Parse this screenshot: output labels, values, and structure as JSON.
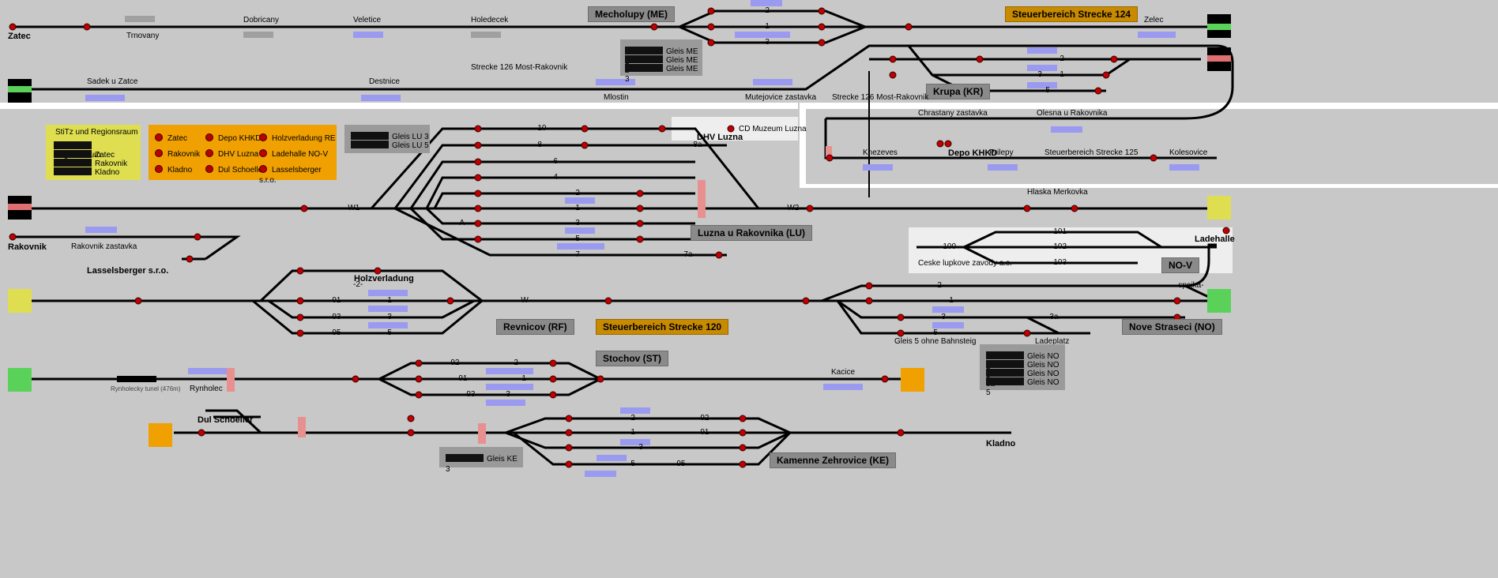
{
  "colors": {
    "bg": "#c8c8c8",
    "track": "#000000",
    "signal": "#c00000",
    "platform": "#9a9af0",
    "station_box": "#8a8a8a",
    "highlight": "#c78a00"
  },
  "stations": [
    {
      "id": "mecholupy",
      "label": "Mecholupy (ME)",
      "style": "box"
    },
    {
      "id": "sb124",
      "label": "Steuerbereich Strecke 124",
      "style": "orange"
    },
    {
      "id": "krupa",
      "label": "Krupa (KR)",
      "style": "box"
    },
    {
      "id": "lu",
      "label": "Luzna u Rakovnika (LU)",
      "style": "box"
    },
    {
      "id": "rf",
      "label": "Revnicov (RF)",
      "style": "box"
    },
    {
      "id": "sb120",
      "label": "Steuerbereich Strecke 120",
      "style": "orange"
    },
    {
      "id": "st",
      "label": "Stochov (ST)",
      "style": "box"
    },
    {
      "id": "nov",
      "label": "NO-V",
      "style": "box"
    },
    {
      "id": "no",
      "label": "Nove Straseci (NO)",
      "style": "box"
    },
    {
      "id": "ke",
      "label": "Kamenne Zehrovice (KE)",
      "style": "box"
    }
  ],
  "labels": {
    "zatec": "Zatec",
    "trnovany": "Trnovany",
    "dobricany": "Dobricany",
    "veletice": "Veletice",
    "holedecek": "Holedecek",
    "zelec": "Zelec",
    "sadek": "Sadek u Zatce",
    "destnice": "Destnice",
    "strecke126": "Strecke 126 Most-Rakovnik",
    "mlostin": "Mlostin",
    "mutejovice": "Mutejovice zastavka",
    "strecke126b": "Strecke 126 Most-Rakovnik",
    "chrastany": "Chrastany zastavka",
    "olesna": "Olesna u Rakovnika",
    "knezeves": "Knezeves",
    "depokhkd": "Depo KHKD",
    "prilepy": "Prilepy",
    "sb125": "Steuerbereich Strecke 125",
    "kolesovice": "Kolesovice",
    "dhv": "DHV Luzna",
    "cdmuzeum": "CD Muzeum Luzna",
    "hlaska": "Hlaska Merkovka",
    "rakovnik": "Rakovnik",
    "rakovnikzast": "Rakovnik zastavka",
    "ladehalle": "Ladehalle",
    "lasselsberger": "Lasselsberger s.r.o.",
    "holzverladung": "Holzverladung",
    "ceske": "Ceske lupkove zavody a.s.",
    "gleis5": "Gleis 5 ohne Bahnsteig",
    "ladeplatz": "Ladeplatz",
    "rynholecky": "Rynholecky tunel (476m)",
    "rynholec": "Rynholec",
    "kacice": "Kacice",
    "dulschoeller": "Dul Schoeller",
    "kladno": "Kladno"
  },
  "legend_stitz": {
    "title": "StiTz und Regionsraum",
    "items": [
      "Regionsraum",
      "Zatec",
      "Rakovnik",
      "Kladno"
    ]
  },
  "legend_orange": {
    "items": [
      "Zatec",
      "Depo KHKD",
      "Holzverladung RE",
      "Rakovnik",
      "DHV Luzna",
      "Ladehalle NO-V",
      "Kladno",
      "Dul Schoeller",
      "Lasselsberger s.r.o."
    ]
  },
  "gleis_me": [
    "Gleis ME 1",
    "Gleis ME 2",
    "Gleis ME 3"
  ],
  "gleis_lu": [
    "Gleis LU 3",
    "Gleis LU 5"
  ],
  "gleis_no": [
    "Gleis NO 1",
    "Gleis NO 3",
    "Gleis NO 3a",
    "Gleis NO 5"
  ],
  "gleis_ke": [
    "Gleis KE 3"
  ],
  "track_numbers": {
    "me": [
      "-2-",
      "-1-",
      "-3-"
    ],
    "lu": [
      "-10-",
      "-8-",
      "-6-",
      "-4-",
      "-2-",
      "-1-",
      "-3-",
      "-5-",
      "-7-",
      "-7a-"
    ],
    "misc": [
      "-W1-",
      "-W2-",
      "-A-",
      "-8a-",
      "-W-"
    ],
    "rf": [
      "-2-",
      "-91-",
      "-93-",
      "-95-",
      "-1-",
      "-3-",
      "-5-"
    ],
    "no": [
      "-2-",
      "-1-",
      "-3-",
      "-5-",
      "-3a-",
      "-spojka-"
    ],
    "nov": [
      "-101-",
      "-100-",
      "-102-",
      "-103-"
    ],
    "st": [
      "-92-",
      "-2-",
      "-91-",
      "-1-",
      "-93-",
      "-3-"
    ],
    "ke": [
      "-2-",
      "-92-",
      "-1-",
      "-91-",
      "-3-",
      "-5-",
      "-95-"
    ],
    "kr": [
      "-2-",
      "-1-",
      "-3-",
      "-5-"
    ]
  }
}
